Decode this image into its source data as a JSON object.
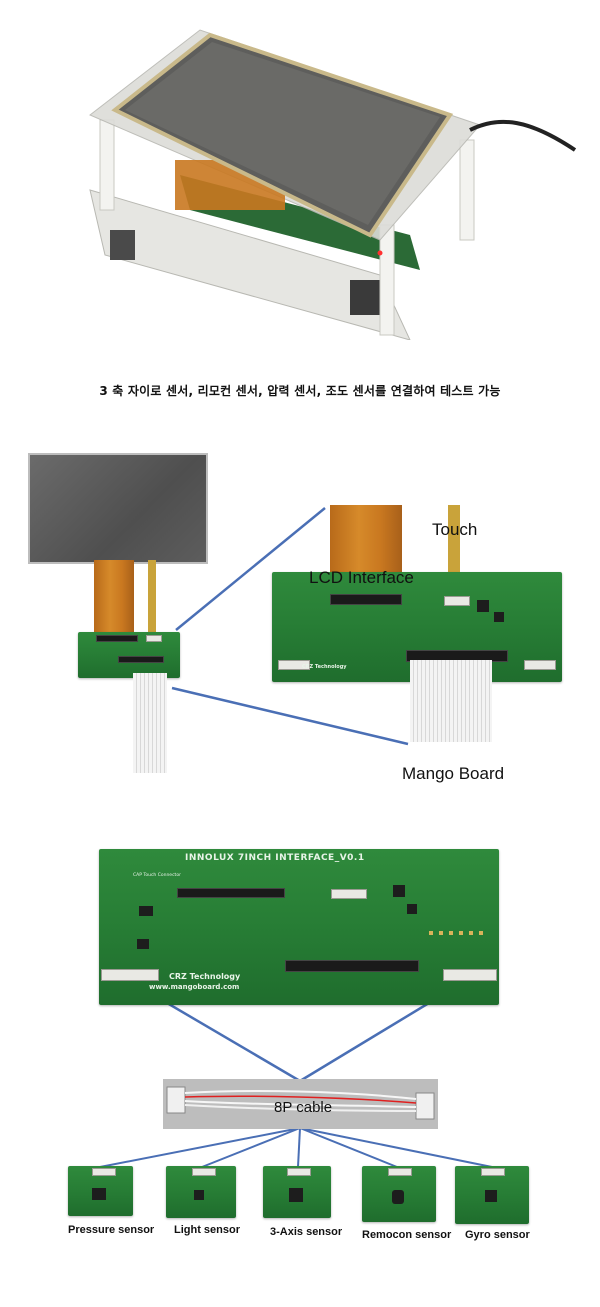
{
  "caption": "3 축 자이로 센서, 리모컨 센서, 압력 센서, 조도 센서를 연결하여 테스트 가능",
  "detail_labels": {
    "touch": "Touch",
    "lcd_interface": "LCD Interface",
    "mango_board": "Mango Board"
  },
  "pcb_texts": {
    "board_title": "INNOLUX  7INCH  INTERFACE_V0.1",
    "company": "CRZ Technology",
    "website": "www.mangoboard.com",
    "touch_connector": "CAP Touch Connector"
  },
  "cable_label": "8P cable",
  "sensors": [
    {
      "label": "Pressure sensor"
    },
    {
      "label": "Light sensor"
    },
    {
      "label": "3-Axis sensor"
    },
    {
      "label": "Remocon sensor"
    },
    {
      "label": "Gyro sensor"
    }
  ],
  "colors": {
    "pcb_green": "#2f8a3c",
    "line_blue": "#4a6fb5",
    "flex_orange": "#c97820",
    "acrylic": "#dcdcd8"
  }
}
